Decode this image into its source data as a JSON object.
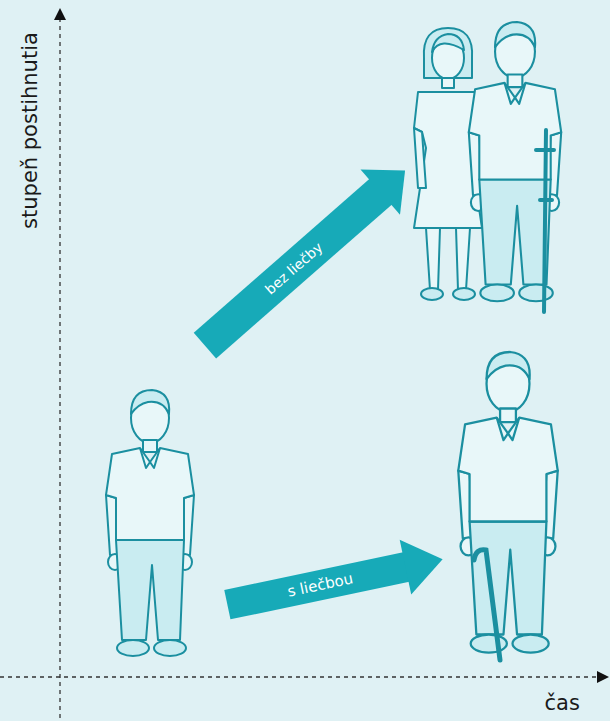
{
  "diagram": {
    "labels": [
      "stupeň postihnutia",
      "bez liečby",
      "s liečbou",
      "čas"
    ]
  }
}
